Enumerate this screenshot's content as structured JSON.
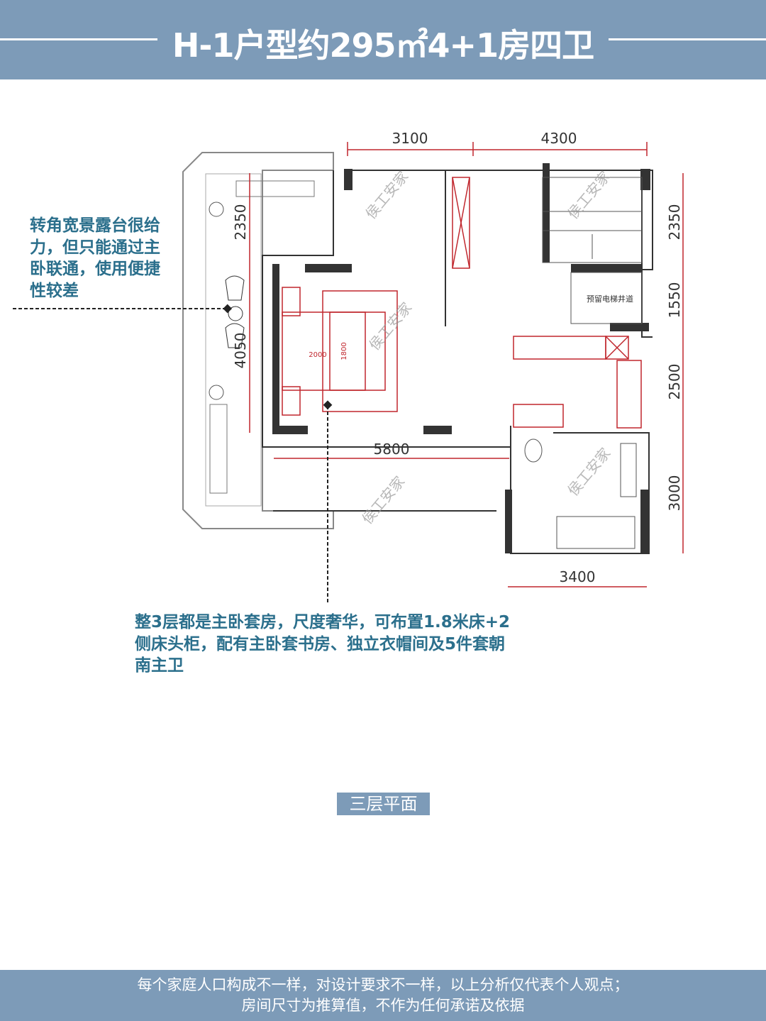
{
  "header": {
    "title": "H-1户型约295㎡4+1房四卫"
  },
  "plan": {
    "dims_top": [
      "3100",
      "4300"
    ],
    "dims_right": [
      "2350",
      "1550",
      "2500",
      "3000"
    ],
    "dims_left": [
      "2350",
      "4050"
    ],
    "dim_mid": "5800",
    "dim_bottom": "3400",
    "bed_length": "2000",
    "bed_width": "1800",
    "elevator_label": "预留电梯井道",
    "watermark": "侯工安家"
  },
  "annotations": {
    "terrace_note": "转角宽景露台很给力，但只能通过主卧联通，使用便捷性较差",
    "floor_note": "整3层都是主卧套房，尺度奢华，可布置1.8米床+2侧床头柜，配有主卧套书房、独立衣帽间及5件套朝南主卫"
  },
  "floor_label": "三层平面",
  "footer": {
    "line1": "每个家庭人口构成不一样，对设计要求不一样，以上分析仅代表个人观点；",
    "line2": "房间尺寸为推算值，不作为任何承诺及依据"
  },
  "colors": {
    "brand": "#7d9bb8",
    "note": "#2b6f8c",
    "furniture": "#c0262d",
    "dim": "#c0262d"
  }
}
